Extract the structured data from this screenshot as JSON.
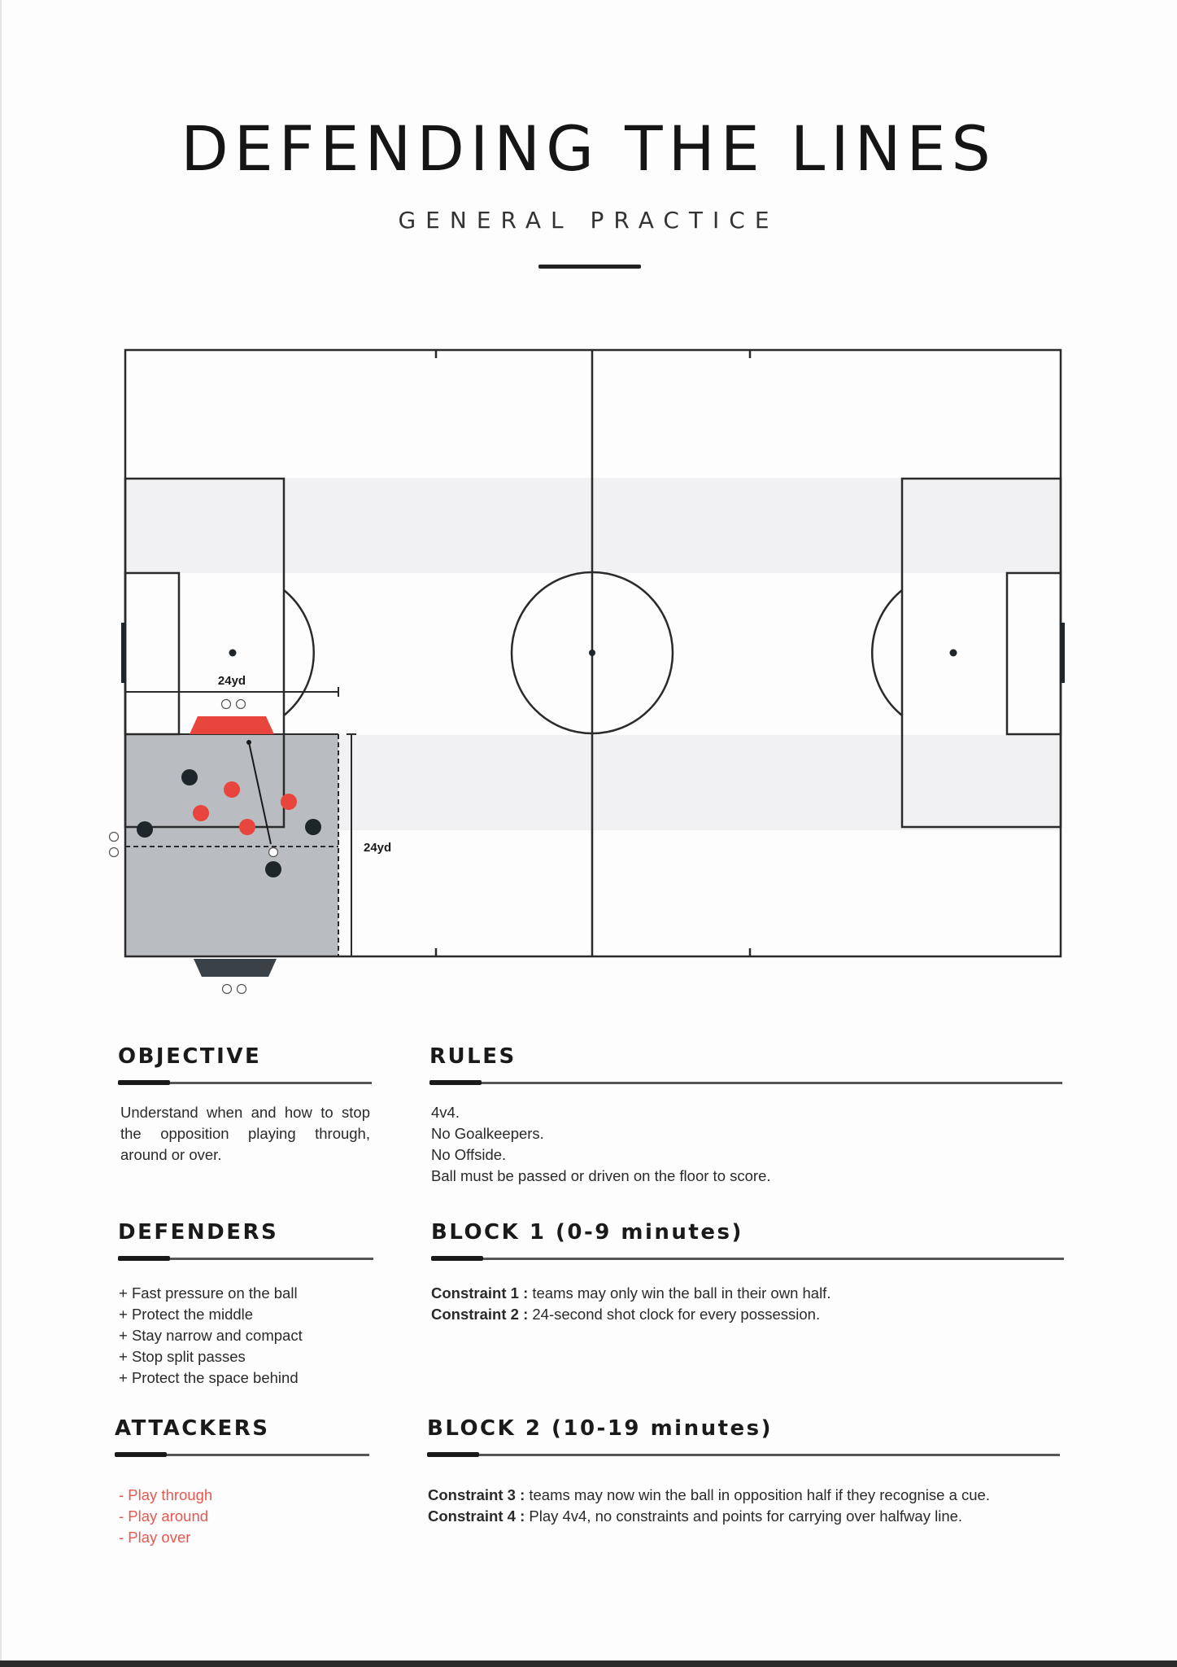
{
  "header": {
    "title": "DEFENDING THE LINES",
    "subtitle": "GENERAL PRACTICE"
  },
  "diagram": {
    "measure_top": "24yd",
    "measure_side": "24yd",
    "colors": {
      "pitch_line": "#2a2a2a",
      "band": "#f1f0f3",
      "zone": "#b9bcc1",
      "red_team": "#e8453c",
      "dark_team": "#1f262b",
      "dark_goal": "#3a4248"
    }
  },
  "sections": {
    "objective": {
      "heading": "OBJECTIVE",
      "text": "Understand when and how to stop the opposition playing through, around or over."
    },
    "rules": {
      "heading": "RULES",
      "lines": [
        "4v4.",
        "No Goalkeepers.",
        "No Offside.",
        "Ball must be passed or driven on the floor to score."
      ]
    },
    "defenders": {
      "heading": "DEFENDERS",
      "items": [
        "+ Fast pressure on the ball",
        "+ Protect the middle",
        "+ Stay narrow and compact",
        "+ Stop split passes",
        "+ Protect the space behind"
      ]
    },
    "block1": {
      "heading": "BLOCK 1 (0-9 minutes)",
      "constraints": [
        {
          "label": "Constraint 1 :",
          "text": " teams may only win the ball in their own half."
        },
        {
          "label": "Constraint 2 :",
          "text": " 24-second shot clock for every possession."
        }
      ]
    },
    "attackers": {
      "heading": "ATTACKERS",
      "items": [
        "- Play through",
        "- Play around",
        "- Play over"
      ]
    },
    "block2": {
      "heading": "BLOCK 2 (10-19 minutes)",
      "constraints": [
        {
          "label": "Constraint 3 :",
          "text": " teams may now win the ball in opposition half if they recognise a cue."
        },
        {
          "label": "Constraint 4 :",
          "text": " Play 4v4, no constraints and points for carrying over halfway line."
        }
      ]
    }
  }
}
